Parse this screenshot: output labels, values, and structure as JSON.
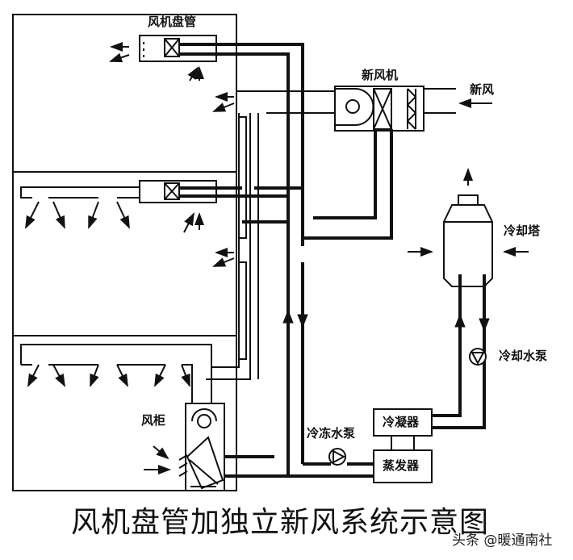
{
  "labels": {
    "fan_coil": "风机盘管",
    "fresh_air_unit": "新风机",
    "fresh_air": "新风",
    "cooling_tower": "冷却塔",
    "cooling_water_pump": "冷却水泵",
    "chilled_water_pump": "冷冻水泵",
    "condenser": "冷凝器",
    "evaporator": "蒸发器",
    "air_handler": "风柜"
  },
  "title": "风机盘管加独立新风系统示意图",
  "watermark": "头条 @暖通南社",
  "colors": {
    "line": "#111111",
    "background": "#ffffff"
  }
}
